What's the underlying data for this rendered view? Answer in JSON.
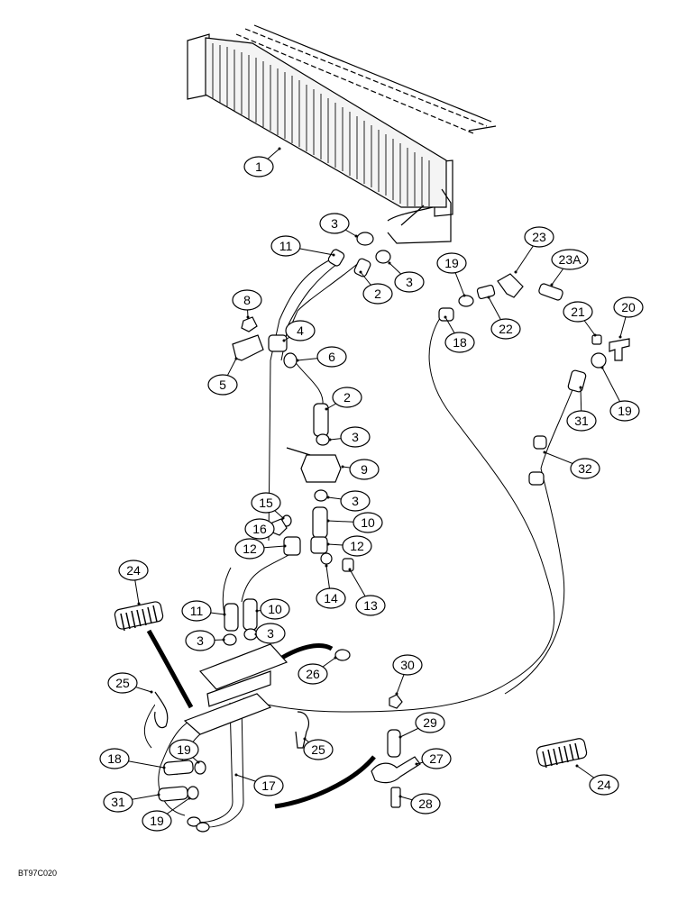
{
  "diagram": {
    "figure_code": "BT97C020",
    "callouts": [
      {
        "id": "c1",
        "label": "1",
        "target": "heater-core"
      },
      {
        "id": "c3a",
        "label": "3",
        "target": "hose-clamp-upper-left"
      },
      {
        "id": "c11a",
        "label": "11",
        "target": "hose-upper-left"
      },
      {
        "id": "c2a",
        "label": "2",
        "target": "hose-upper-right"
      },
      {
        "id": "c3b",
        "label": "3",
        "target": "hose-clamp-upper-right"
      },
      {
        "id": "c23",
        "label": "23",
        "target": "elbow-fitting"
      },
      {
        "id": "c23A",
        "label": "23A",
        "target": "nipple-fitting"
      },
      {
        "id": "c19a",
        "label": "19",
        "target": "hose-clamp-right"
      },
      {
        "id": "c22",
        "label": "22",
        "target": "connector"
      },
      {
        "id": "c18a",
        "label": "18",
        "target": "hose-right"
      },
      {
        "id": "c21",
        "label": "21",
        "target": "plug"
      },
      {
        "id": "c20",
        "label": "20",
        "target": "tee-fitting"
      },
      {
        "id": "c8",
        "label": "8",
        "target": "nut"
      },
      {
        "id": "c4",
        "label": "4",
        "target": "clamp"
      },
      {
        "id": "c5",
        "label": "5",
        "target": "bracket"
      },
      {
        "id": "c6",
        "label": "6",
        "target": "spacer"
      },
      {
        "id": "c2b",
        "label": "2",
        "target": "hose-mid"
      },
      {
        "id": "c3c",
        "label": "3",
        "target": "hose-clamp-mid-upper"
      },
      {
        "id": "c9",
        "label": "9",
        "target": "water-valve"
      },
      {
        "id": "c3d",
        "label": "3",
        "target": "hose-clamp-mid-lower"
      },
      {
        "id": "c10a",
        "label": "10",
        "target": "hose-mid-lower"
      },
      {
        "id": "c15",
        "label": "15",
        "target": "washer"
      },
      {
        "id": "c16",
        "label": "16",
        "target": "nut-lower"
      },
      {
        "id": "c12a",
        "label": "12",
        "target": "clamp-left"
      },
      {
        "id": "c12b",
        "label": "12",
        "target": "clamp-right"
      },
      {
        "id": "c14",
        "label": "14",
        "target": "washer-lower"
      },
      {
        "id": "c13",
        "label": "13",
        "target": "bolt"
      },
      {
        "id": "c31a",
        "label": "31",
        "target": "hose-far-right"
      },
      {
        "id": "c19b",
        "label": "19",
        "target": "hose-clamp-far-right"
      },
      {
        "id": "c32",
        "label": "32",
        "target": "clips"
      },
      {
        "id": "c24a",
        "label": "24",
        "target": "spring-guard-left"
      },
      {
        "id": "c11b",
        "label": "11",
        "target": "hose-lower-left"
      },
      {
        "id": "c10b",
        "label": "10",
        "target": "hose-lower-right"
      },
      {
        "id": "c3e",
        "label": "3",
        "target": "hose-clamp-lower-left"
      },
      {
        "id": "c3f",
        "label": "3",
        "target": "hose-clamp-lower-right"
      },
      {
        "id": "c26",
        "label": "26",
        "target": "plug-cap"
      },
      {
        "id": "c30",
        "label": "30",
        "target": "nut-small"
      },
      {
        "id": "c25a",
        "label": "25",
        "target": "tie-strap-left"
      },
      {
        "id": "c29",
        "label": "29",
        "target": "sleeve"
      },
      {
        "id": "c27",
        "label": "27",
        "target": "bracket-lower"
      },
      {
        "id": "c25b",
        "label": "25",
        "target": "tie-strap-center"
      },
      {
        "id": "c18b",
        "label": "18",
        "target": "hose-lower-1"
      },
      {
        "id": "c19c",
        "label": "19",
        "target": "hose-clamp-lower-1"
      },
      {
        "id": "c17",
        "label": "17",
        "target": "tubes"
      },
      {
        "id": "c31b",
        "label": "31",
        "target": "hose-lower-2"
      },
      {
        "id": "c19d",
        "label": "19",
        "target": "hose-clamp-lower-2"
      },
      {
        "id": "c28",
        "label": "28",
        "target": "bolt-lower"
      },
      {
        "id": "c24b",
        "label": "24",
        "target": "spring-guard-right"
      }
    ]
  }
}
